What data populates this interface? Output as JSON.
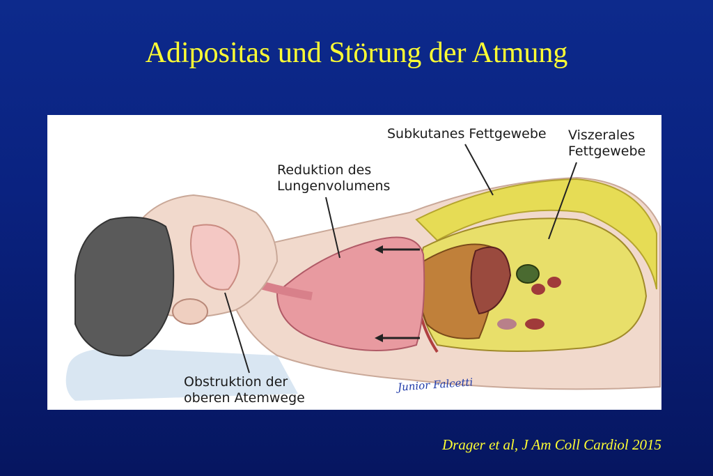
{
  "slide": {
    "title": "Adipositas und Störung der Atmung",
    "citation": "Drager et al, J Am Coll Cardiol 2015"
  },
  "figure": {
    "labels": {
      "subcutaneous_fat": "Subkutanes Fettgewebe",
      "visceral_fat": "Viszerales\nFettgewebe",
      "lung_volume_reduction": "Reduktion des\nLungenvolumens",
      "upper_airway_obstruction": "Obstruktion der\noberen Atemwege"
    },
    "signature": "Junior Falcetti"
  },
  "colors": {
    "background": "#0a2280",
    "title": "#ffff33",
    "fat": "#e6dc55",
    "lung": "#e89aa0",
    "skin": "#f1d9cc",
    "hair": "#5a5a5a"
  }
}
